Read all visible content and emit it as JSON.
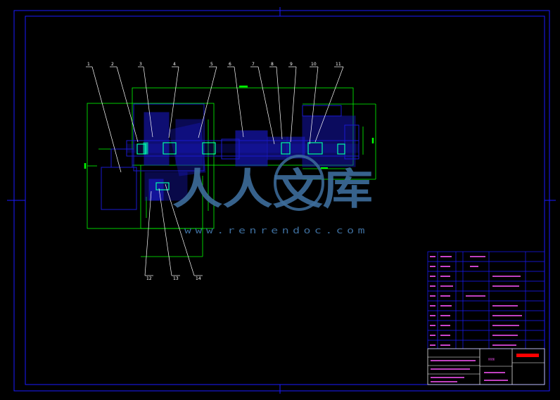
{
  "drawing": {
    "callouts": [
      "1",
      "2",
      "3",
      "4",
      "5",
      "6",
      "7",
      "8",
      "9",
      "10",
      "11",
      "12",
      "13",
      "14"
    ],
    "colors": {
      "background": "#000000",
      "frame": "#1a1aff",
      "part": "#1a1ad0",
      "dimension": "#00ff00",
      "leader": "#ffffff",
      "table_text": "#ff55ff",
      "accent": "#ff0000"
    }
  },
  "watermark": {
    "logo_text": "人人文库",
    "url": "www.renrendoc.com"
  },
  "title_block": {
    "mark": "装配图"
  }
}
